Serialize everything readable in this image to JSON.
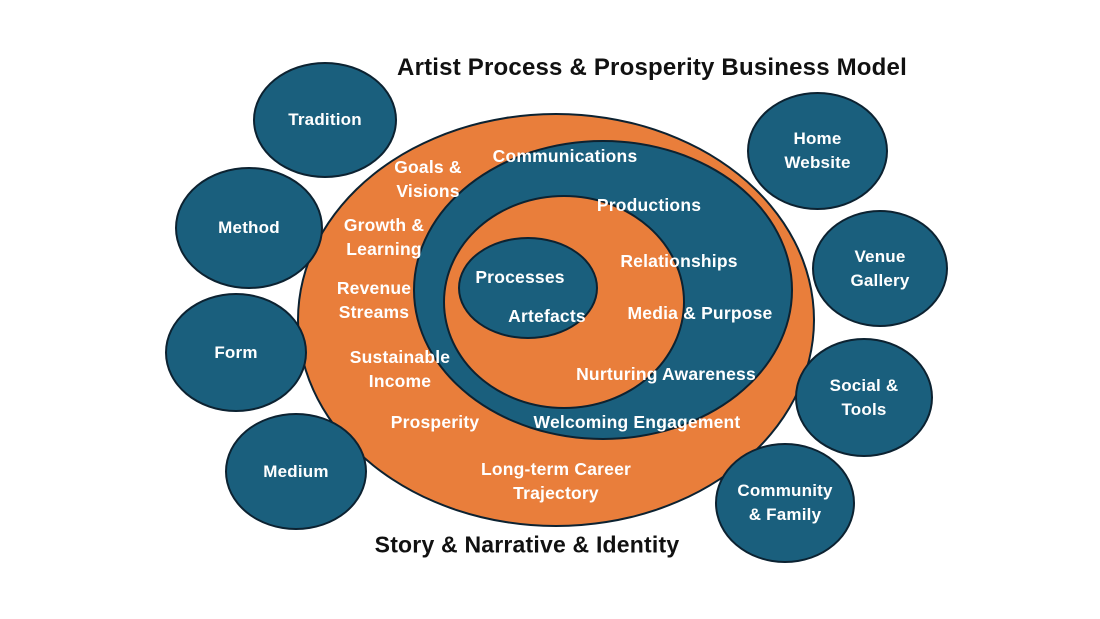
{
  "title": "Artist Process & Prosperity Business Model",
  "footer": "Story & Narrative & Identity",
  "colors": {
    "teal": "#1A5F7D",
    "orange": "#E97E3B",
    "outline": "#0C2231",
    "text_dark": "#111111",
    "text_light": "#FFFFFF"
  },
  "outer_ring_labels": {
    "goals": "Goals &\nVisions",
    "growth": "Growth &\nLearning",
    "revenue": "Revenue\nStreams",
    "sustainable": "Sustainable\nIncome",
    "prosperity": "Prosperity",
    "career": "Long-term Career\nTrajectory"
  },
  "middle_ring_labels": {
    "communications": "Communications",
    "productions": "Productions",
    "relationships": "Relationships",
    "media_purpose": "Media & Purpose",
    "nurturing": "Nurturing Awareness",
    "welcoming": "Welcoming Engagement"
  },
  "core_labels": {
    "processes": "Processes",
    "artefacts": "Artefacts"
  },
  "satellites": {
    "tradition": "Tradition",
    "method": "Method",
    "form": "Form",
    "medium": "Medium",
    "home_website": "Home\nWebsite",
    "venue_gallery": "Venue\nGallery",
    "social_tools": "Social &\nTools",
    "community_family": "Community\n& Family"
  }
}
